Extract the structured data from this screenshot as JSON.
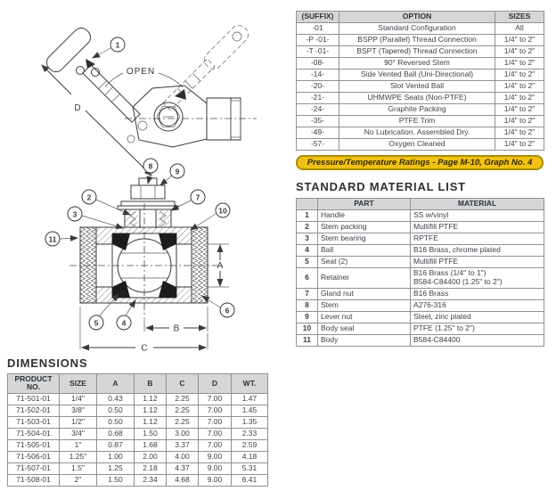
{
  "diagram": {
    "labels": {
      "open": "OPEN",
      "dim_d": "D",
      "dim_a": "A",
      "dim_b": "B",
      "dim_c": "C"
    },
    "callouts": [
      "1",
      "2",
      "3",
      "4",
      "5",
      "6",
      "7",
      "8",
      "9",
      "10",
      "11"
    ]
  },
  "options_table": {
    "headers": [
      "(SUFFIX)",
      "OPTION",
      "SIZES"
    ],
    "rows": [
      [
        "-01",
        "Standard Configuration",
        "All"
      ],
      [
        "-P -01-",
        "BSPP (Parallel) Thread Connection",
        "1/4\" to 2\""
      ],
      [
        "-T -01-",
        "BSPT (Tapered) Thread Connection",
        "1/4\" to 2\""
      ],
      [
        "-08-",
        "90° Reversed Stem",
        "1/4\" to 2\""
      ],
      [
        "-14-",
        "Side Vented Ball (Uni-Directional)",
        "1/4\" to 2\""
      ],
      [
        "-20-",
        "Slot Vented Ball",
        "1/4\" to 2\""
      ],
      [
        "-21-",
        "UHMWPE Seats (Non-PTFE)",
        "1/4\" to 2\""
      ],
      [
        "-24-",
        "Graphite Packing",
        "1/4\" to 2\""
      ],
      [
        "-35-",
        "PTFE Trim",
        "1/4\" to 2\""
      ],
      [
        "-49-",
        "No Lubrication. Assembled Dry.",
        "1/4\" to 2\""
      ],
      [
        "-57-",
        "Oxygen Cleaned",
        "1/4\" to 2\""
      ]
    ]
  },
  "ratings_banner": "Pressure/Temperature Ratings - Page M-10, Graph No. 4",
  "material_list": {
    "title": "STANDARD MATERIAL LIST",
    "headers": [
      "",
      "PART",
      "MATERIAL"
    ],
    "rows": [
      [
        "1",
        "Handle",
        "SS w/vinyl"
      ],
      [
        "2",
        "Stem packing",
        "Multifill PTFE"
      ],
      [
        "3",
        "Stem bearing",
        "RPTFE"
      ],
      [
        "4",
        "Ball",
        "B16 Brass, chrome plated"
      ],
      [
        "5",
        "Seat (2)",
        "Multifill PTFE"
      ],
      [
        "6",
        "Retainer",
        [
          "B16 Brass (1/4\" to 1\")",
          "B584-C84400 (1.25\" to 2\")"
        ]
      ],
      [
        "7",
        "Gland nut",
        "B16 Brass"
      ],
      [
        "8",
        "Stem",
        "A276-316"
      ],
      [
        "9",
        "Lever nut",
        "Steel, zinc plated"
      ],
      [
        "10",
        "Body seal",
        "PTFE (1.25\" to 2\")"
      ],
      [
        "11",
        "Body",
        "B584-C84400"
      ]
    ]
  },
  "dimensions_table": {
    "title": "DIMENSIONS",
    "headers": [
      "PRODUCT NO.",
      "SIZE",
      "A",
      "B",
      "C",
      "D",
      "WT."
    ],
    "rows": [
      [
        "71-501-01",
        "1/4\"",
        "0.43",
        "1.12",
        "2.25",
        "7.00",
        "1.47"
      ],
      [
        "71-502-01",
        "3/8\"",
        "0.50",
        "1.12",
        "2.25",
        "7.00",
        "1.45"
      ],
      [
        "71-503-01",
        "1/2\"",
        "0.50",
        "1.12",
        "2.25",
        "7.00",
        "1.35"
      ],
      [
        "71-504-01",
        "3/4\"",
        "0.68",
        "1.50",
        "3.00",
        "7.00",
        "2.33"
      ],
      [
        "71-505-01",
        "1\"",
        "0.87",
        "1.68",
        "3.37",
        "7.00",
        "2.59"
      ],
      [
        "71-506-01",
        "1.25\"",
        "1.00",
        "2.00",
        "4.00",
        "9.00",
        "4.18"
      ],
      [
        "71-507-01",
        "1.5\"",
        "1.25",
        "2.18",
        "4.37",
        "9.00",
        "5.31"
      ],
      [
        "71-508-01",
        "2\"",
        "1.50",
        "2.34",
        "4.68",
        "9.00",
        "6.41"
      ]
    ]
  },
  "colors": {
    "banner_yellow": "#F2C115",
    "banner_border": "#A98E00",
    "table_header_bg": "#D5D6D7",
    "table_border": "#8F9194",
    "ink": "#3B4148"
  }
}
